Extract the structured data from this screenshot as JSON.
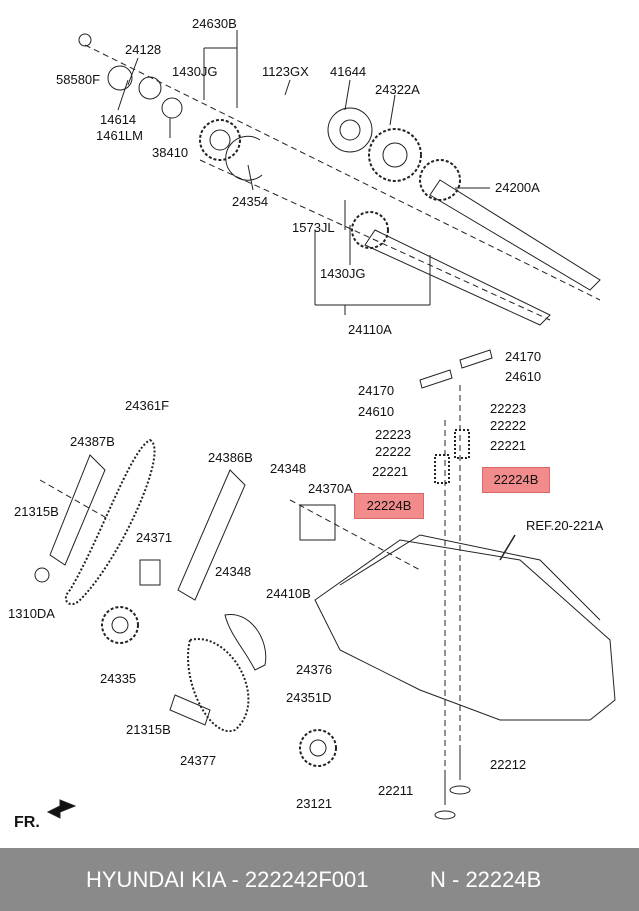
{
  "labels": {
    "p58580F": "58580F",
    "p24128": "24128",
    "p24630B": "24630B",
    "p1430JG_a": "1430JG",
    "p1123GX": "1123GX",
    "p41644": "41644",
    "p24322A": "24322A",
    "p14614": "14614",
    "p1461LM": "1461LM",
    "p38410": "38410",
    "p24354": "24354",
    "p24200A": "24200A",
    "p1573JL": "1573JL",
    "p1430JG_b": "1430JG",
    "p24110A": "24110A",
    "p24170_a": "24170",
    "p24610_a": "24610",
    "p24170_b": "24170",
    "p24610_b": "24610",
    "p22223_a": "22223",
    "p22222_a": "22222",
    "p22223_b": "22223",
    "p22222_b": "22222",
    "p22221_a": "22221",
    "p22221_b": "22221",
    "p22224B_a": "22224B",
    "p22224B_b": "22224B",
    "p24361F": "24361F",
    "p24387B": "24387B",
    "p24386B": "24386B",
    "p24348_a": "24348",
    "p24370A": "24370A",
    "p21315B_a": "21315B",
    "p24371": "24371",
    "pRef": "REF.20-221A",
    "p1310DA": "1310DA",
    "p24348_b": "24348",
    "p24410B": "24410B",
    "p24376": "24376",
    "p24335": "24335",
    "p24351D": "24351D",
    "p21315B_b": "21315B",
    "p24377": "24377",
    "p22212": "22212",
    "p22211": "22211",
    "p23121": "23121",
    "fr": "FR."
  },
  "footer": {
    "brand": "HYUNDAI  KIA - 222242F001",
    "part": "N - 22224B"
  },
  "colors": {
    "highlight": "#f28b8b",
    "footer_bg": "#8a8a8a",
    "footer_text": "#ffffff"
  }
}
